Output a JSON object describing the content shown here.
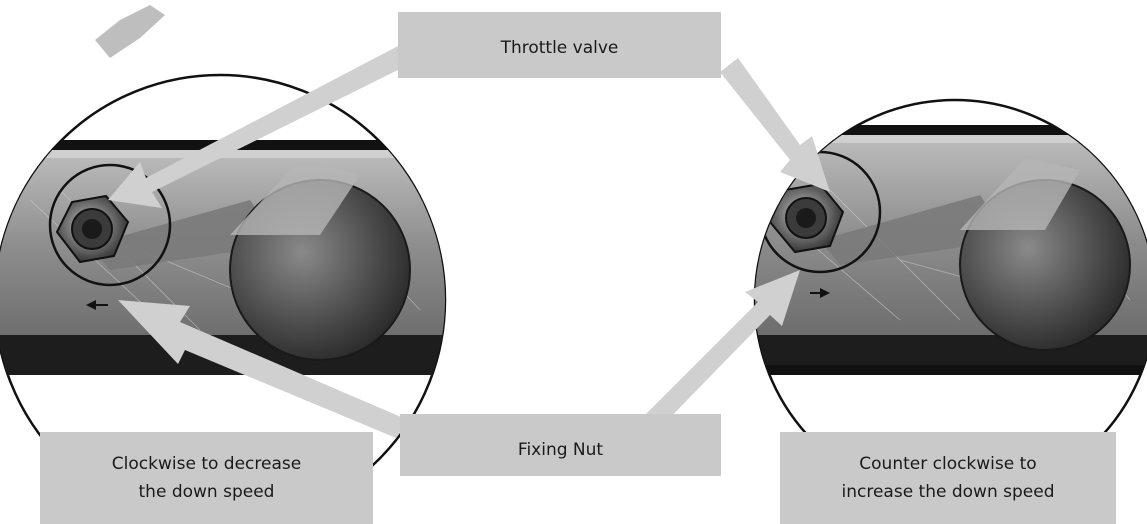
{
  "labels": {
    "throttle_valve": "Throttle valve",
    "fixing_nut": "Fixing Nut",
    "left_instruction_line1": "Clockwise to decrease",
    "left_instruction_line2": "the down speed",
    "right_instruction_line1": "Counter clockwise to",
    "right_instruction_line2": "increase the down speed"
  },
  "colors": {
    "label_fill": "#c9c9c9",
    "arrow_fill": "#d0d0d0",
    "metal_dark": "#2a2a2a",
    "metal_light": "#9a9a9a"
  },
  "icons": {
    "left_detail": "valve-photo-icon",
    "right_detail": "valve-photo-icon",
    "rotate_left": "arrow-left-icon",
    "rotate_right": "arrow-right-icon"
  }
}
